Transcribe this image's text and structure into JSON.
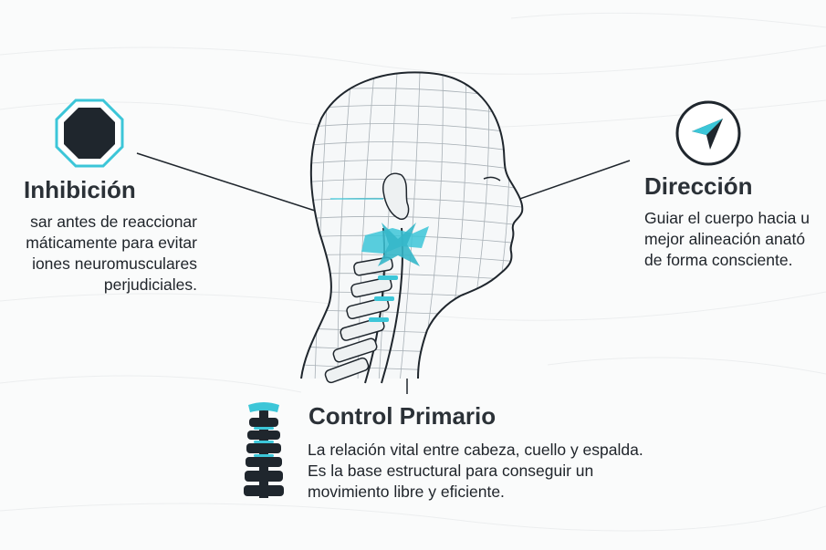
{
  "inhibition": {
    "title": "Inhibición",
    "lines": [
      "sar antes de reaccionar",
      "máticamente para evitar",
      "iones neuromusculares",
      "perjudiciales."
    ],
    "icon": "stop-octagon-icon"
  },
  "direction": {
    "title": "Dirección",
    "lines": [
      "Guiar el cuerpo hacia u",
      "mejor alineación anató",
      "de forma consciente."
    ],
    "icon": "compass-arrow-icon"
  },
  "primary_control": {
    "title": "Control Primario",
    "lines": [
      "La relación vital entre cabeza, cuello y espalda.",
      "Es la base estructural para conseguir un",
      "movimiento libre y eficiente."
    ],
    "icon": "spine-icon"
  },
  "colors": {
    "accent": "#3cc6d8",
    "dark": "#1f262d",
    "text": "#20252b"
  }
}
